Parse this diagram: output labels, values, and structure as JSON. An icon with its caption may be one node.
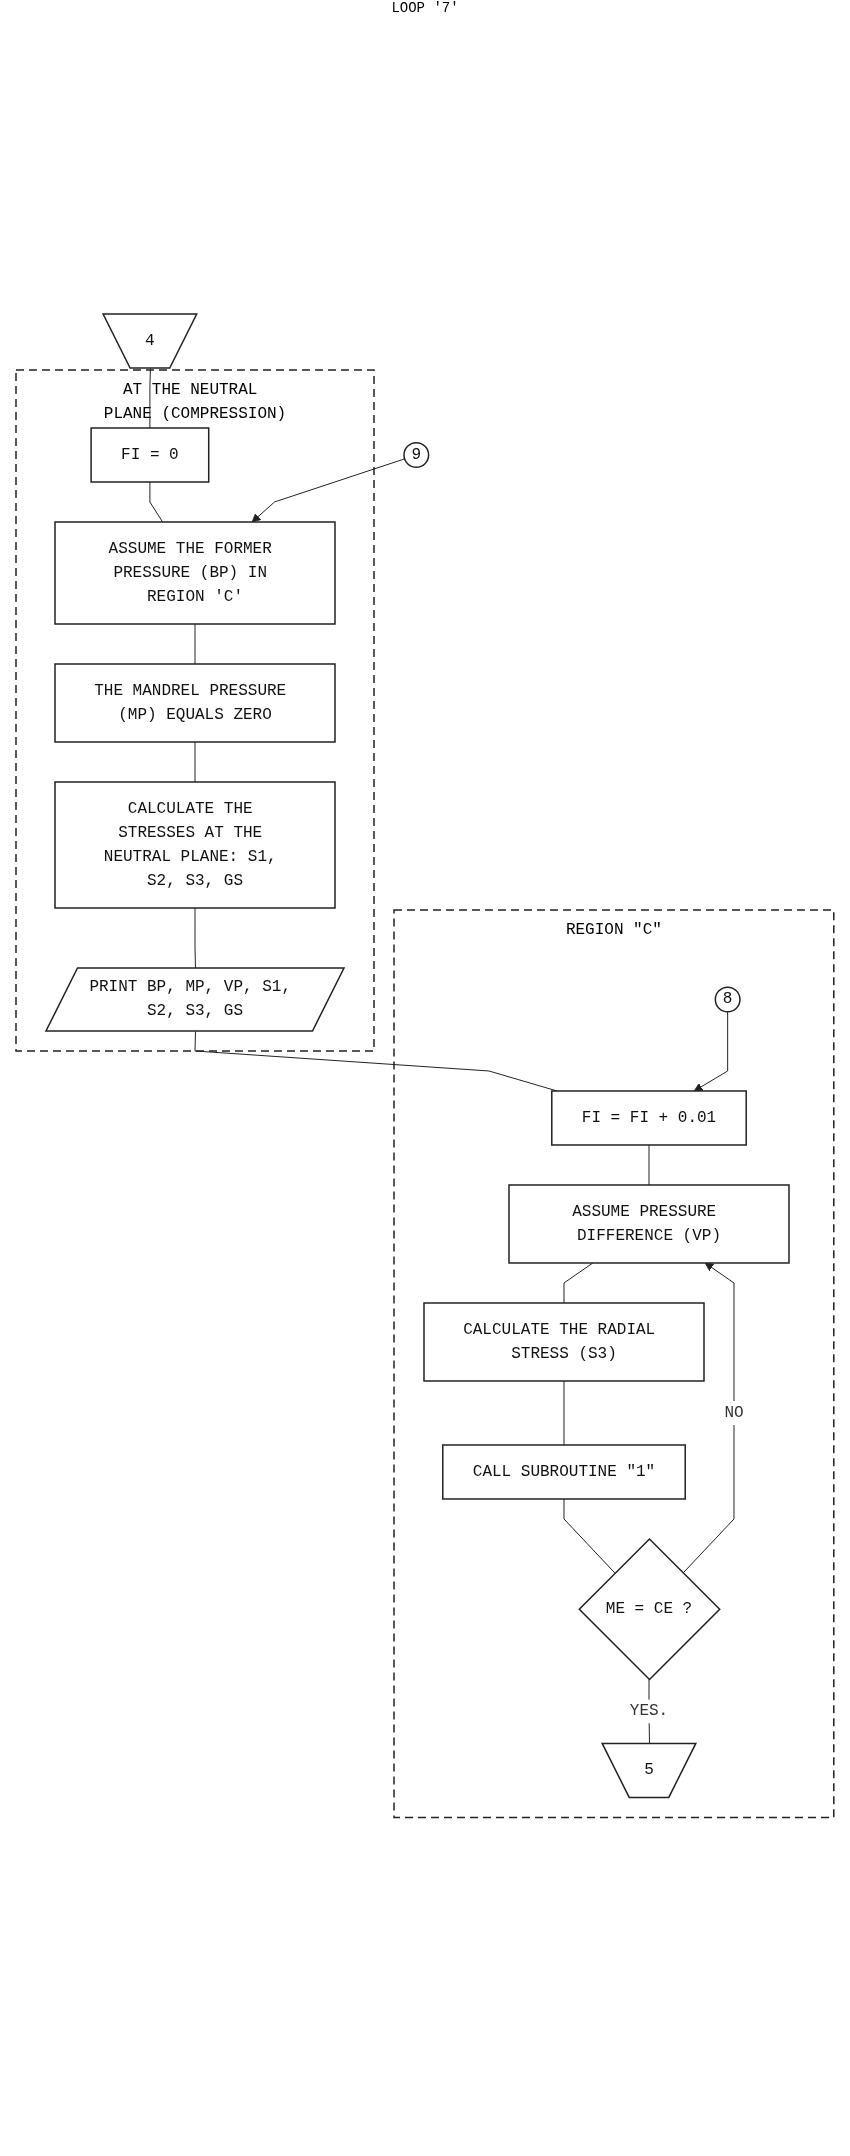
{
  "diagram": {
    "nodes": [
      {
        "text": [
          "4"
        ]
      },
      {
        "text": [
          "AT THE NEUTRAL PLANE (COMPRESSION)"
        ]
      },
      {
        "text": [
          "FI = 0"
        ],
        "in": 1
      },
      {
        "text": [
          "9"
        ]
      },
      {
        "text": [
          "ASSUME THE FORMER PRESSURE (BP) IN REGION 'C'"
        ],
        "in": 1
      },
      {
        "text": [
          "THE MANDREL PRESSURE (MP) EQUALS ZERO"
        ],
        "in": 1
      },
      {
        "text": [
          "CALCULATE THE STRESSES AT THE NEUTRAL PLANE: S1, S2, S3, GS"
        ],
        "in": 1
      },
      {
        "text": [
          "PRINT BP, MP, VP, S1, S2, S3, GS"
        ],
        "in": 1
      },
      {
        "text": [
          "REGION \"C\""
        ]
      },
      {
        "text": [
          "8"
        ],
        "in": 8
      },
      {
        "text": [
          "FI = FI + 0.01"
        ],
        "in": 8
      },
      {
        "text": [
          "ASSUME PRESSURE DIFFERENCE (VP)"
        ],
        "in": 8
      },
      {
        "text": [
          "CALCULATE THE RADIAL STRESS (S3)"
        ],
        "in": 8
      },
      {
        "text": [
          "CALL SUBROUTINE \"1\""
        ],
        "in": 8
      },
      {
        "text": [
          "ME = CE ?"
        ],
        "in": 8
      },
      {
        "text": [
          "5"
        ],
        "in": 8
      }
    ],
    "edges": [
      {
        "from": 0,
        "to": 2,
        "arrow": "none"
      },
      {
        "from": 2,
        "to": 4,
        "arrow": "none"
      },
      {
        "from": 3,
        "to": 4,
        "arrow": "to"
      },
      {
        "from": 4,
        "to": 5,
        "arrow": "none"
      },
      {
        "from": 5,
        "to": 6,
        "arrow": "none"
      },
      {
        "from": 6,
        "to": 7,
        "arrow": "none"
      },
      {
        "from": 7,
        "to": 10,
        "arrow": "none"
      },
      {
        "from": 9,
        "to": 10,
        "arrow": "to"
      },
      {
        "from": 10,
        "to": 11,
        "arrow": "none"
      },
      {
        "from": 14,
        "to": 11,
        "arrow": "to",
        "label": "NO"
      },
      {
        "from": 11,
        "to": 12,
        "arrow": "none"
      },
      {
        "from": 12,
        "to": 13,
        "arrow": "none"
      },
      {
        "from": 13,
        "to": 14,
        "arrow": "none"
      },
      {
        "from": 14,
        "to": 15,
        "arrow": "none",
        "label": "YES."
      }
    ],
    "labels": [
      "LOOP '7'"
    ]
  }
}
